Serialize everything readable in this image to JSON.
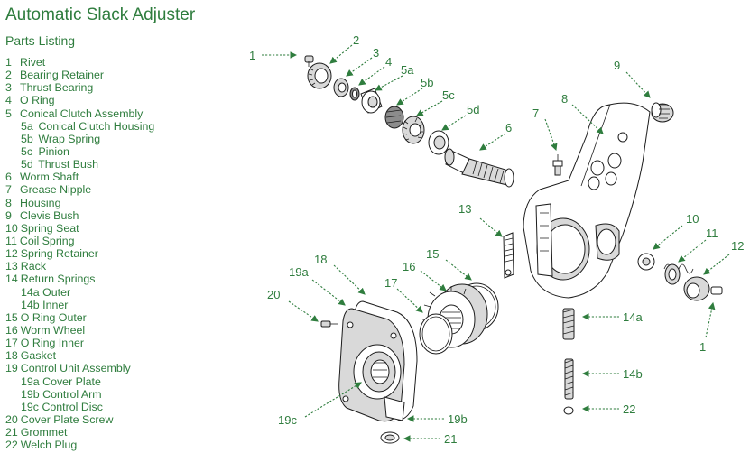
{
  "title": "Automatic Slack Adjuster",
  "subtitle": "Parts Listing",
  "parts": [
    {
      "num": "1",
      "name": "Rivet",
      "sub": false
    },
    {
      "num": "2",
      "name": "Bearing Retainer",
      "sub": false
    },
    {
      "num": "3",
      "name": "Thrust Bearing",
      "sub": false
    },
    {
      "num": "4",
      "name": "O Ring",
      "sub": false
    },
    {
      "num": "5",
      "name": "Conical Clutch Assembly",
      "sub": false
    },
    {
      "num": "5a",
      "name": "Conical Clutch Housing",
      "sub": true
    },
    {
      "num": "5b",
      "name": "Wrap Spring",
      "sub": true
    },
    {
      "num": "5c",
      "name": "Pinion",
      "sub": true
    },
    {
      "num": "5d",
      "name": "Thrust Bush",
      "sub": true
    },
    {
      "num": "6",
      "name": "Worm Shaft",
      "sub": false
    },
    {
      "num": "7",
      "name": "Grease Nipple",
      "sub": false
    },
    {
      "num": "8",
      "name": "Housing",
      "sub": false
    },
    {
      "num": "9",
      "name": "Clevis Bush",
      "sub": false
    },
    {
      "num": "10",
      "name": "Spring Seat",
      "sub": false
    },
    {
      "num": "11",
      "name": "Coil Spring",
      "sub": false
    },
    {
      "num": "12",
      "name": "Spring Retainer",
      "sub": false
    },
    {
      "num": "13",
      "name": "Rack",
      "sub": false
    },
    {
      "num": "14",
      "name": "Return Springs",
      "sub": false
    },
    {
      "num": "14a",
      "name": "Outer",
      "sub": true
    },
    {
      "num": "14b",
      "name": "Inner",
      "sub": true
    },
    {
      "num": "15",
      "name": "O Ring Outer",
      "sub": false
    },
    {
      "num": "16",
      "name": "Worm Wheel",
      "sub": false
    },
    {
      "num": "17",
      "name": "O Ring Inner",
      "sub": false
    },
    {
      "num": "18",
      "name": "Gasket",
      "sub": false
    },
    {
      "num": "19",
      "name": "Control Unit Assembly",
      "sub": false
    },
    {
      "num": "19a",
      "name": "Cover Plate",
      "sub": true
    },
    {
      "num": "19b",
      "name": "Control Arm",
      "sub": true
    },
    {
      "num": "19c",
      "name": "Control Disc",
      "sub": true
    },
    {
      "num": "20",
      "name": "Cover Plate Screw",
      "sub": false
    },
    {
      "num": "21",
      "name": "Grommet",
      "sub": false
    },
    {
      "num": "22",
      "name": "Welch Plug",
      "sub": false
    }
  ],
  "callouts": {
    "c1_top": "1",
    "c2": "2",
    "c3": "3",
    "c4": "4",
    "c5a": "5a",
    "c5b": "5b",
    "c5c": "5c",
    "c5d": "5d",
    "c6": "6",
    "c7": "7",
    "c8": "8",
    "c9": "9",
    "c10": "10",
    "c11": "11",
    "c12": "12",
    "c1_right": "1",
    "c13": "13",
    "c14a": "14a",
    "c14b": "14b",
    "c22": "22",
    "c15": "15",
    "c16": "16",
    "c17": "17",
    "c18": "18",
    "c19a": "19a",
    "c20": "20",
    "c19c": "19c",
    "c19b": "19b",
    "c21": "21"
  },
  "colors": {
    "accent": "#2f7d3e",
    "line": "#1d1d1d"
  }
}
